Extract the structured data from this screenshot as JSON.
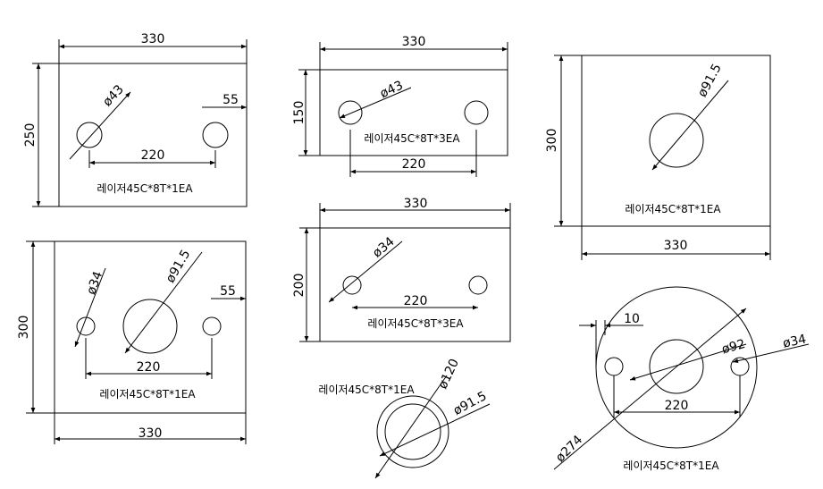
{
  "labels": {
    "p1_w": "330",
    "p1_h": "250",
    "p1_d": "ø43",
    "p1_off": "55",
    "p1_sp": "220",
    "p1_note": "레이저45C*8T*1EA",
    "p2_w": "330",
    "p2_h": "150",
    "p2_d": "ø43",
    "p2_sp": "220",
    "p2_note": "레이저45C*8T*3EA",
    "p3_h": "300",
    "p3_d": "ø91.5",
    "p3_w": "330",
    "p3_note": "레이저45C*8T*1EA",
    "p4_h": "300",
    "p4_d1": "ø34",
    "p4_d2": "ø91.5",
    "p4_off": "55",
    "p4_sp": "220",
    "p4_note": "레이저45C*8T*1EA",
    "p4_w": "330",
    "p5_w": "330",
    "p5_h": "200",
    "p5_d": "ø34",
    "p5_sp": "220",
    "p5_note": "레이저45C*8T*3EA",
    "p6_note": "레이저45C*8T*1EA",
    "p6_d1": "ø120",
    "p6_d2": "ø91.5",
    "p7_off": "10",
    "p7_d1": "ø92",
    "p7_d2": "ø34",
    "p7_sp": "220",
    "p7_d3": "ø274",
    "p7_note": "레이저45C*8T*1EA"
  }
}
